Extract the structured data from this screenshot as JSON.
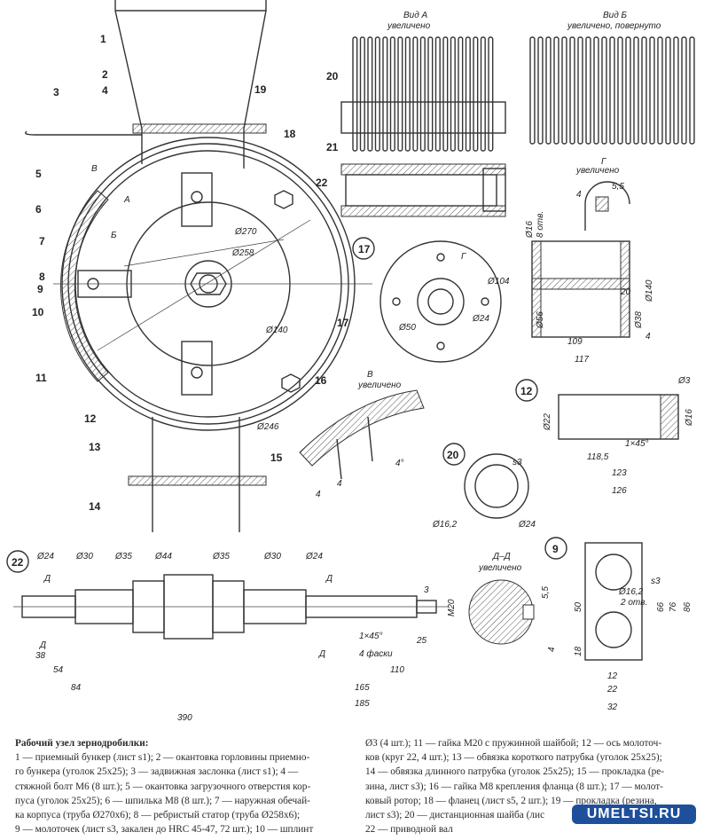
{
  "views": {
    "view_a": [
      "Вид А",
      "увеличено"
    ],
    "view_b": [
      "Вид Б",
      "увеличено, повернуто"
    ],
    "view_g": [
      "Г",
      "увеличено"
    ],
    "view_v": [
      "В",
      "увеличено"
    ],
    "view_dd": [
      "Д–Д",
      "увеличено"
    ]
  },
  "callouts": [
    "1",
    "2",
    "3",
    "4",
    "5",
    "6",
    "7",
    "8",
    "9",
    "10",
    "11",
    "12",
    "13",
    "14",
    "15",
    "16",
    "17",
    "18",
    "19",
    "20",
    "21",
    "22"
  ],
  "section_marks": {
    "a": "А",
    "b": "Б",
    "v": "В",
    "g": "Г",
    "d": "Д"
  },
  "main_dims": {
    "d270": "Ø270",
    "d258": "Ø258",
    "d140": "Ø140",
    "d246": "Ø246"
  },
  "flange_dims": {
    "d104": "Ø104",
    "d50": "Ø50",
    "d24": "Ø24",
    "d16": "Ø16",
    "holes": "8 отв.",
    "d56": "Ø56",
    "d38": "Ø38",
    "d140": "Ø140",
    "w20": "20",
    "l109": "109",
    "l117": "117",
    "t4": "4",
    "g4": "4",
    "g55": "5,5"
  },
  "axle_dims": {
    "d3": "Ø3",
    "d22": "Ø22",
    "d16": "Ø16",
    "chamfer": "1×45°",
    "l1185": "118,5",
    "l123": "123",
    "l126": "126"
  },
  "washer_dims": {
    "d162": "Ø16,2",
    "d24": "Ø24",
    "s3": "s3"
  },
  "detail_v_dims": {
    "a4": "4°",
    "w4": "4",
    "t4": "4"
  },
  "hammer_dims": {
    "d162": "Ø16,2",
    "holes": "2 отв.",
    "s3": "s3",
    "h50": "50",
    "h18": "18",
    "h66": "66",
    "h76": "76",
    "h86": "86",
    "w12": "12",
    "w22": "22",
    "w32": "32"
  },
  "shaft_dims": {
    "diameters": [
      "Ø24",
      "Ø30",
      "Ø35",
      "Ø44",
      "Ø35",
      "Ø30",
      "Ø24"
    ],
    "m20": "M20",
    "t3": "3",
    "k55": "5,5",
    "k4": "4",
    "chamfer": "1×45°",
    "chamfers": "4 фаски",
    "l25": "25",
    "l38": "38",
    "l54": "54",
    "l84": "84",
    "l110": "110",
    "l165": "165",
    "l185": "185",
    "l390": "390"
  },
  "caption": {
    "title": "Рабочий узел зернодробилки:",
    "left_lines": [
      "1 — приемный бункер (лист s1); 2 — окантовка горловины приемно-",
      "го бункера (уголок 25х25); 3 — задвижная заслонка (лист s1); 4 —",
      "стяжной болт М6 (8 шт.); 5 — окантовка загрузочного отверстия кор-",
      "пуса (уголок 25х25); 6 — шпилька М8 (8 шт.); 7 — наружная обечай-",
      "ка корпуса (труба Ø270х6); 8 — ребристый статор (труба Ø258х6);",
      "9 — молоточек (лист s3, закален до HRC 45-47, 72 шт.); 10 — шплинт"
    ],
    "right_lines": [
      "Ø3 (4 шт.); 11 — гайка М20 с пружинной шайбой; 12 — ось молоточ-",
      "ков (круг 22, 4 шт.); 13 — обвязка короткого патрубка (уголок 25х25);",
      "14 — обвязка длинного патрубка (уголок 25х25); 15 — прокладка (ре-",
      "зина, лист s3); 16 — гайка М8 крепления фланца (8 шт.); 17 — молот-",
      "ковый ротор; 18 — фланец (лист s5, 2 шт.); 19 — прокладка (резина,",
      "лист s3); 20 — дистанционная шайба (лис",
      "22 — приводной вал"
    ]
  },
  "watermark": "UMELTSI.RU"
}
